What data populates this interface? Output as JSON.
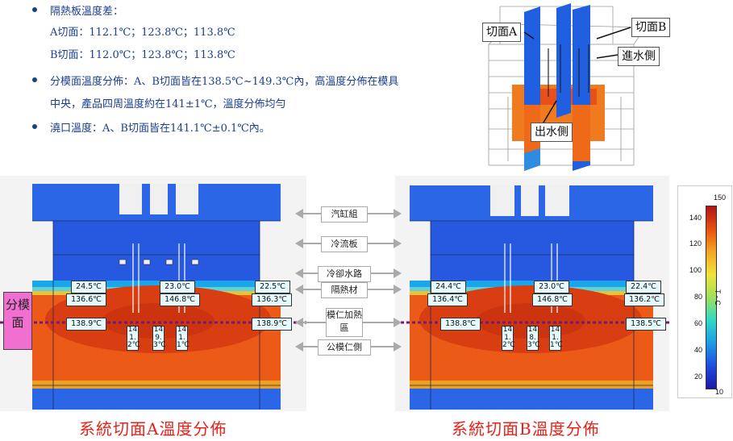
{
  "bullets": {
    "b1_title": "隔熱板溫度差：",
    "b1_a": "A切面：112.1℃；123.8℃；113.8℃",
    "b1_b": "B切面：112.0℃；123.8℃；113.8℃",
    "b2_line1": "分模面溫度分佈：A、B切面皆在138.5℃~149.3℃內，高溫度分佈在模具",
    "b2_line2": "中央，產品四周溫度約在141±1℃，溫度分佈均勻",
    "b3": "澆口溫度：A、B切面皆在141.1℃±0.1℃內。"
  },
  "iso_labels": {
    "a": "切面A",
    "b": "切面B",
    "inlet": "進水側",
    "outlet": "出水側"
  },
  "middle_labels": [
    "汽缸組",
    "冷流板",
    "冷卻水路",
    "隔熱材",
    "模仁加熱區",
    "公模仁側"
  ],
  "parting_label": "分模面",
  "section_a": {
    "caption": "系統切面A溫度分佈",
    "values": {
      "t_l": "24.5℃",
      "t_c": "23.0℃",
      "t_r": "22.5℃",
      "m_l": "136.6℃",
      "m_c": "146.8℃",
      "m_r": "136.3℃",
      "p_l": "138.9℃",
      "p_r": "138.9℃",
      "v1": "141.2℃",
      "v2": "149.3℃",
      "v3": "141.1℃"
    }
  },
  "section_b": {
    "caption": "系統切面B溫度分佈",
    "values": {
      "t_l": "24.4℃",
      "t_c": "23.0℃",
      "t_r": "22.4℃",
      "m_l": "136.4℃",
      "m_c": "146.8℃",
      "m_r": "136.2℃",
      "p_l": "138.8℃",
      "p_r": "138.5℃",
      "v1": "141.2℃",
      "v2": "148.3℃",
      "v3": "141.1℃"
    }
  },
  "colorbar": {
    "max_label": "150",
    "min_label": "10",
    "unit": "T - C",
    "ticks": [
      "140",
      "120",
      "100",
      "80",
      "60",
      "40",
      "20"
    ],
    "stops": [
      "#b41414",
      "#e8500f",
      "#f5a623",
      "#f0e33a",
      "#9fe05a",
      "#2fd8c8",
      "#1e9be6",
      "#1e4de0",
      "#1a1aa8"
    ]
  },
  "colors": {
    "accent_text": "#1a3f8f",
    "caption_red": "#e8211a",
    "hot": "#e8501a",
    "cold": "#1e4de0",
    "parting_box": "#f06fd0"
  }
}
